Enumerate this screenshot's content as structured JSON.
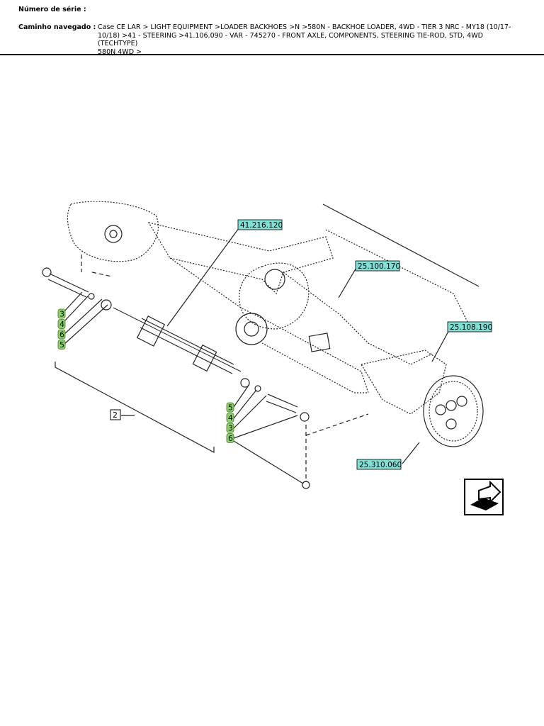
{
  "header": {
    "serial_label": "Número de série :",
    "serial_value": "",
    "path_label": "Caminho navegado :",
    "path_lines": [
      "Case CE LAR > LIGHT EQUIPMENT >LOADER BACKHOES >N >580N - BACKHOE LOADER, 4WD - TIER 3 NRC - MY18 (10/17-",
      "10/18) >41 - STEERING >41.106.090 - VAR - 745270 - FRONT AXLE, COMPONENTS, STEERING TIE-ROD, STD, 4WD (TECHTYPE)",
      "580N 4WD >"
    ]
  },
  "diagram": {
    "callouts": [
      "41.216.120",
      "25.100.170",
      "25.108.190",
      "25.310.060"
    ],
    "left_items": [
      "3",
      "4",
      "6",
      "5"
    ],
    "right_items": [
      "5",
      "4",
      "3",
      "6"
    ],
    "assembly_label": "2",
    "colors": {
      "callout_fill": "#7fe0d6",
      "item_fill": "#8fd16a",
      "line": "#222222"
    },
    "nav_icon": "arrow-right-icon"
  }
}
